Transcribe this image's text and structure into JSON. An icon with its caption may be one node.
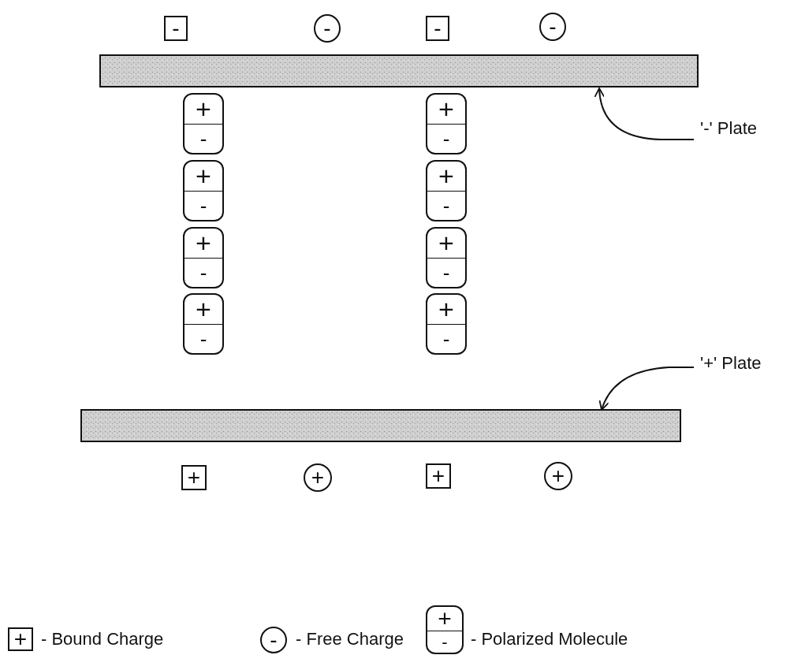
{
  "diagram": {
    "nodes": [
      {
        "text": [
          "-"
        ]
      },
      {
        "text": [
          "-"
        ]
      },
      {
        "text": [
          "-"
        ]
      },
      {
        "text": [
          "-"
        ]
      },
      {
        "text": [],
        "shape": "bar"
      },
      {
        "text": [
          "'-' Plate"
        ]
      },
      {
        "text": [
          "+",
          "-"
        ]
      },
      {
        "text": [
          "+",
          "-"
        ]
      },
      {
        "text": [
          "+",
          "-"
        ]
      },
      {
        "text": [
          "+",
          "-"
        ]
      },
      {
        "text": [
          "+",
          "-"
        ]
      },
      {
        "text": [
          "+",
          "-"
        ]
      },
      {
        "text": [
          "+",
          "-"
        ]
      },
      {
        "text": [
          "+",
          "-"
        ]
      },
      {
        "text": [
          "'+' Plate"
        ]
      },
      {
        "text": [],
        "shape": "bar"
      },
      {
        "text": [
          "+"
        ]
      },
      {
        "text": [
          "+"
        ]
      },
      {
        "text": [
          "+"
        ]
      },
      {
        "text": [
          "+"
        ]
      },
      {
        "text": [
          "+"
        ],
        "beside": [
          "- Bound Charge"
        ]
      },
      {
        "text": [
          "-"
        ],
        "beside": [
          "- Free Charge"
        ]
      },
      {
        "text": [
          "+",
          "-"
        ],
        "beside": [
          "- Polarized Molecule"
        ]
      }
    ],
    "edges": [
      {
        "from": 5,
        "to": 4,
        "arrow": "to"
      },
      {
        "from": 14,
        "to": 15,
        "arrow": "to"
      }
    ]
  }
}
